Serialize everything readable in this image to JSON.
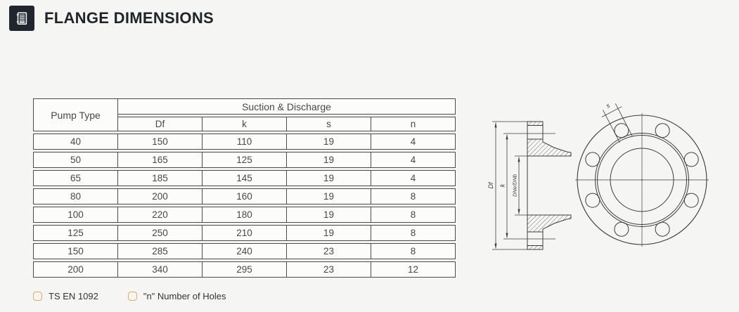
{
  "header": {
    "title": "FLANGE DIMENSIONS"
  },
  "table": {
    "pump_type_label": "Pump Type",
    "group_label": "Suction & Discharge",
    "columns": [
      "Df",
      "k",
      "s",
      "n"
    ],
    "rows": [
      [
        "40",
        "150",
        "110",
        "19",
        "4"
      ],
      [
        "50",
        "165",
        "125",
        "19",
        "4"
      ],
      [
        "65",
        "185",
        "145",
        "19",
        "4"
      ],
      [
        "80",
        "200",
        "160",
        "19",
        "8"
      ],
      [
        "100",
        "220",
        "180",
        "19",
        "8"
      ],
      [
        "125",
        "250",
        "210",
        "19",
        "8"
      ],
      [
        "150",
        "285",
        "240",
        "23",
        "8"
      ],
      [
        "200",
        "340",
        "295",
        "23",
        "12"
      ]
    ]
  },
  "drawing": {
    "labels": {
      "df": "Df",
      "k": "k",
      "bore": "DNe/DNb",
      "s": "s"
    }
  },
  "footnotes": [
    {
      "label": "TS EN 1092"
    },
    {
      "label": "\"n\" Number of Holes"
    }
  ],
  "colors": {
    "accent_orange": "#eda851",
    "ink": "#20262e",
    "line": "#3c3c3c",
    "page_background": "#f5f5f3"
  }
}
